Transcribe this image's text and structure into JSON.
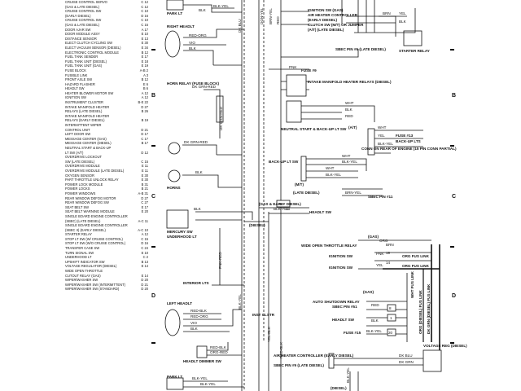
{
  "index": [
    {
      "name": "CRUISE CONTROL SERVO",
      "code": "C 12"
    },
    {
      "name": "(GAS & LATE DIESEL)",
      "code": "C 12"
    },
    {
      "name": "CRUISE CONTROL SW",
      "code": "C 10"
    },
    {
      "name": "(EARLY DIESEL)",
      "code": "D 16"
    },
    {
      "name": "CRUISE CONTROL SW",
      "code": "C 10"
    },
    {
      "name": "(GAS & LATE DIESEL)",
      "code": "C 15"
    },
    {
      "name": "DOOR AJAR SW",
      "code": "A 17"
    },
    {
      "name": "DOOR MODULE ASSY",
      "code": "E 10"
    },
    {
      "name": "DISTANCE SENSOR",
      "code": "E 13"
    },
    {
      "name": "ELECT CLUTCH CYCLING SW",
      "code": "E 30"
    },
    {
      "name": "ELECT VACUUM SENSOR (DIESEL)",
      "code": "E 34"
    },
    {
      "name": "ELECTRONIC CONTROL MODULE",
      "code": "B 12"
    },
    {
      "name": "FUEL TANK SENDER",
      "code": "E 17"
    },
    {
      "name": "FUEL TANK UNIT (DIESEL)",
      "code": "E 18"
    },
    {
      "name": "FUEL TANK UNIT (GAS)",
      "code": "E 19"
    },
    {
      "name": "FUSE BLOCK",
      "code": "A-B 2"
    },
    {
      "name": "FUSIBLE LINK",
      "code": "A 3"
    },
    {
      "name": "FRONT AXLE SW",
      "code": "B 12"
    },
    {
      "name": "HAZARD FLASHER",
      "code": "E 6"
    },
    {
      "name": "HEADLT SW",
      "code": "B 6"
    },
    {
      "name": "HEATER BLOWER MOTOR SW",
      "code": "A 12"
    },
    {
      "name": "IGNITION SW",
      "code": "A 12"
    },
    {
      "name": "INSTRUMENT CLUSTER",
      "code": "B-E 22"
    },
    {
      "name": "INTAKE MANIFOLD HEATER",
      "code": "D 27"
    },
    {
      "name": "RELAYS (LATE DIESEL)",
      "code": "B 26"
    },
    {
      "name": "INTAKE MANIFOLD HEATER",
      "code": ""
    },
    {
      "name": "RELAYS (EARLY DIESEL)",
      "code": "B 19"
    },
    {
      "name": "INTERMITTENT WIPER",
      "code": ""
    },
    {
      "name": "CONTROL UNIT",
      "code": "D 21"
    },
    {
      "name": "LEFT DOOR SW",
      "code": "D 17"
    },
    {
      "name": "MESSAGE CENTER (GAS)",
      "code": "C 17"
    },
    {
      "name": "MESSAGE CENTER (DIESEL)",
      "code": "B 17"
    },
    {
      "name": "NEUTRAL START & BACK-UP",
      "code": ""
    },
    {
      "name": "LT SW (A/T)",
      "code": "D 12"
    },
    {
      "name": "OVERDRIVE LOCKOUT",
      "code": ""
    },
    {
      "name": "SW (LATE DIESEL)",
      "code": "C 15"
    },
    {
      "name": "OVERDRIVE MODULE",
      "code": "E 11"
    },
    {
      "name": "OVERDRIVE MODULE (LATE DIESEL)",
      "code": "E 11"
    },
    {
      "name": "OXYGEN SENSOR",
      "code": "E 30"
    },
    {
      "name": "PART THROTTLE UNLOCK RELAY",
      "code": "E 30"
    },
    {
      "name": "POWER LOCK MODULE",
      "code": "B 31"
    },
    {
      "name": "POWER LOCKS",
      "code": "B 21"
    },
    {
      "name": "POWER WINDOWS",
      "code": "A-B 31"
    },
    {
      "name": "REAR WINDOW DEFOG MOTOR",
      "code": "D 27"
    },
    {
      "name": "REAR WINDOW DEFOG SW",
      "code": "C 27"
    },
    {
      "name": "SEAT BELT SW",
      "code": "E 17"
    },
    {
      "name": "SEAT BELT WARNING MODULE",
      "code": "E 20"
    },
    {
      "name": "SINGLE BOARD ENGINE CONTROLLER",
      "code": ""
    },
    {
      "name": "(SBEC) (LATE DIESEL)",
      "code": "A-C 11"
    },
    {
      "name": "SINGLE BOARD ENGINE CONTROLLER",
      "code": ""
    },
    {
      "name": "(SBEC II) (EARLY DIESEL)",
      "code": "A-C 10"
    },
    {
      "name": "STARTER RELAY",
      "code": "A 12"
    },
    {
      "name": "STOP LT SW (W/ CRUISE CONTROL)",
      "code": "C 15"
    },
    {
      "name": "STOP LT SW (W/O CRUISE CONTROL)",
      "code": "D 16"
    },
    {
      "name": "TRANSFER CASE SW",
      "code": "C 24"
    },
    {
      "name": "TURN SIGNAL SW",
      "code": "E 10"
    },
    {
      "name": "UNDERHOOD LT",
      "code": "C 2"
    },
    {
      "name": "UPSHIFT INDICATOR SW",
      "code": "B 13"
    },
    {
      "name": "VOLTAGE REGULATOR (DIESEL)",
      "code": "E 14"
    },
    {
      "name": "WIDE OPEN THROTTLE",
      "code": ""
    },
    {
      "name": "CUTOUT RELAY (GAS)",
      "code": "E 14"
    },
    {
      "name": "WIPER/WASHER SW",
      "code": "D 20"
    },
    {
      "name": "WIPER/WASHER SW (INTERMITTENT)",
      "code": "D 21"
    },
    {
      "name": "WIPER/WASHER SW (STANDARD)",
      "code": "D 20"
    }
  ],
  "zones": {
    "b": "B",
    "c": "C",
    "d": "D"
  },
  "labels": {
    "park_lt_top": "PARK LT",
    "park_lt_bottom": "PARK LT",
    "right_headlt": "RIGHT HEADLT",
    "horn_relay": "HORN RELAY (FUSE BLOCK)",
    "horns": "HORNS",
    "mercury_sw": "MERCURY SW",
    "underhood_lt": "UNDERHOOD LT",
    "interior_lts": "INTERIOR LTS",
    "left_headlt": "LEFT HEADLT",
    "headlt_dimmer_sw": "HEADLT DIMMER SW",
    "inst_cluster": "INST CLSTR",
    "ign_sw_gas": "IGNITION SW (GAS)",
    "air_heater_ctrl": "AIR HEATER CONTROLLER",
    "early_diesel": "(EARLY DIESEL)",
    "clutch_sw": "CLUTCH SW (M/T) OR JUMPER",
    "at_late_diesel": "(A/T) (LATE DIESEL)",
    "sbec_pin6": "SBEC PIN #6 (LATE DIESEL)",
    "starter_relay": "STARTER RELAY",
    "fuse9": "FUSE #9",
    "intake_heater": "INTAKE MANIFOLD HEATER RELAYS (DIESEL)",
    "neutral_start": "NEUTRAL START & BACK-UP LT SW",
    "at": "(A/T)",
    "fuse13": "FUSE #13",
    "backup_lts": "BACK-UP LTS",
    "conn_rear": "CONN ON REAR OF ENGINE (15 PIN CONN PARTIAL)",
    "backup_lt_sw": "BACK-UP LT SW",
    "mt": "(M/T)",
    "gas_early_diesel": "(GAS & EARLY DIESEL)",
    "late_diesel": "(LATE DIESEL)",
    "sbec_pin11": "SBEC PIN #11",
    "headlt_sw": "HEADLT SW",
    "diesel": "(DIESEL)",
    "gas": "(GAS)",
    "wot_relay": "WIDE OPEN THROTTLE RELAY",
    "ign_sw_1": "IGNITION SW",
    "ign_sw_2": "IGNITION SW",
    "org_fus_link_1": "ORG FUS LINK",
    "org_fus_link_2": "ORG FUS LINK",
    "wht_fus_link": "WHT FUS LINK",
    "org_diesel": "ORG (DIESEL) FUS LINK",
    "dk_grn_link": "DK GRN (DIESEL) FUS LINK",
    "gas2": "(GAS)",
    "auto_shutdown": "AUTO SHUTDOWN RELAY",
    "sbec_pin51": "SBEC PIN #51",
    "headlt_sw_2": "HEADLT SW",
    "fuse15": "FUSE #15",
    "air_heater_ctrl_2": "AIR HEATER CONTROLLER (EARLY DIESEL)",
    "sbec_pin9": "SBEC PIN #9 (LATE DIESEL)",
    "voltage_reg": "VOLTAGE REG (DIESEL)",
    "diesel_bottom": "(DIESEL)"
  },
  "wires": {
    "blk_yel_1": "BLK-YEL",
    "blk": "BLK",
    "dk_blu": "DK BLU",
    "red_org": "RED-ORG",
    "vio": "VIO",
    "blk_2": "BLK",
    "dk_grn_red_1": "DK GRN-RED",
    "dk_grn_red_2": "DK GRN-RED",
    "dk_grn_red_3": "DK GRN-RED",
    "blk_3": "BLK",
    "blk_4": "BLK",
    "pnk_red": "PNK-RED",
    "blk_yel_2": "BLK-YEL",
    "red_blk": "RED-BLK",
    "red_org_2": "RED-ORG",
    "vio_2": "VIO",
    "blk_5": "BLK",
    "red_blk_2": "RED-BLK",
    "org_red": "ORG-RED",
    "blk_yel_3": "BLK-YEL",
    "blk_yel_4": "BLK-YEL",
    "dgn_yel": "DGN-YEL",
    "brn_yel": "BRN-YEL",
    "red_1": "RED",
    "yel": "YEL",
    "brn": "BRN",
    "blk_6": "BLK",
    "pnk": "PNK",
    "wht": "WHT",
    "blk_7": "BLK",
    "red_2": "RED",
    "wht_2": "WHT",
    "yel_2": "YEL",
    "blk_yel_5": "BLK-YEL",
    "wht_3": "WHT",
    "blk_yel_6": "BLK-YEL",
    "wht_4": "WHT",
    "blk_yel_7": "BLK-YEL",
    "brn_yel_2": "BRN-YEL",
    "blk_yel_8": "BLK-YEL",
    "org": "ORG",
    "brn_2": "BRN",
    "pnk_2": "PNK",
    "yel_3": "YEL",
    "red_3": "RED",
    "blk_8": "BLK",
    "blk_yel_9": "BLK-YEL",
    "dk_blu_2": "DK BLU",
    "dk_grn": "DK GRN",
    "blk_yel_10": "BLK-YEL",
    "yel_blk": "YEL-BLK",
    "red_blk_3": "RED-BLK"
  },
  "pins": {
    "p60": "60",
    "p19": "19",
    "p14": "14",
    "p8": "8",
    "p1": "1",
    "p20": "20",
    "p24": "24"
  }
}
